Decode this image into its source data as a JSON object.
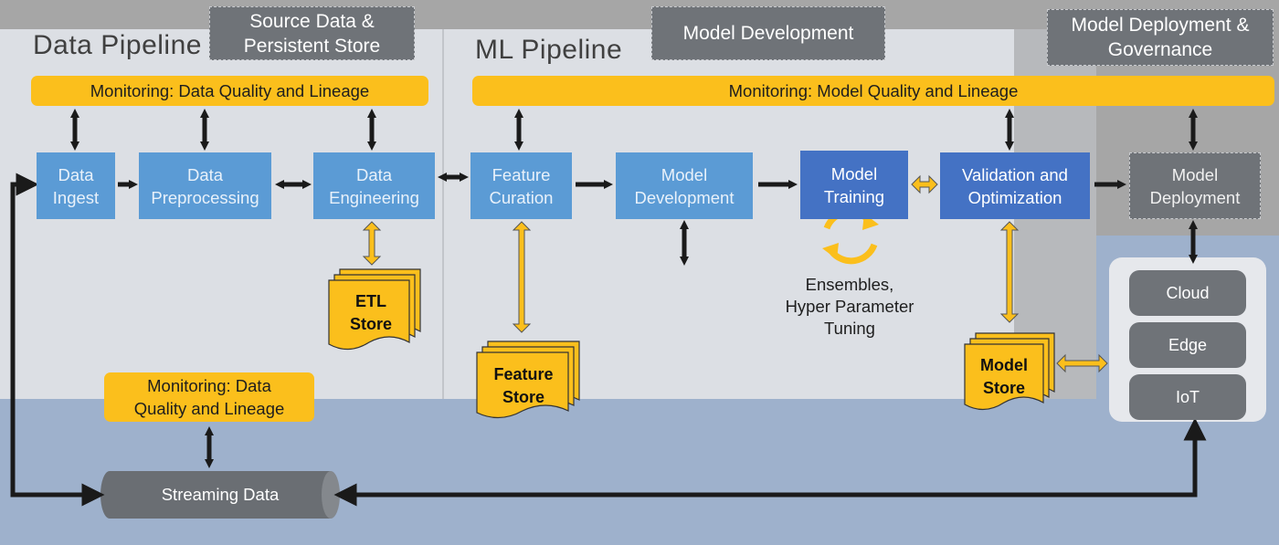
{
  "regions": {
    "data_pipeline": "Data Pipeline",
    "ml_pipeline": "ML Pipeline"
  },
  "headers": {
    "source_data": "Source Data &\nPersistent Store",
    "model_development": "Model Development",
    "deployment_governance": "Model Deployment &\nGovernance"
  },
  "monitoring": {
    "data_quality": "Monitoring: Data Quality and Lineage",
    "model_quality": "Monitoring: Model Quality and Lineage",
    "streaming": "Monitoring: Data\nQuality and Lineage"
  },
  "steps": {
    "data_ingest": "Data\nIngest",
    "data_preprocessing": "Data\nPreprocessing",
    "data_engineering": "Data\nEngineering",
    "feature_curation": "Feature\nCuration",
    "model_development": "Model\nDevelopment",
    "model_training": "Model\nTraining",
    "validation_optimization": "Validation and\nOptimization",
    "model_deployment": "Model\nDeployment"
  },
  "stores": {
    "etl": "ETL\nStore",
    "feature": "Feature\nStore",
    "model": "Model\nStore"
  },
  "training_note": "Ensembles,\nHyper Parameter\nTuning",
  "deploy_targets": [
    "Cloud",
    "Edge",
    "IoT"
  ],
  "streaming_data": "Streaming Data",
  "colors": {
    "background_gray": "#a6a6a6",
    "pipeline_panel": "#dcdfe4",
    "streaming_band": "#9eb1cc",
    "monitor_yellow": "#fbbf1c",
    "step_light_blue": "#5b9bd5",
    "step_dark_blue": "#4472c4",
    "label_gray": "#6f7378",
    "arrow_dark": "#1a1a1a"
  },
  "icons": {
    "cycle": "refresh-cycle-icon",
    "store": "document-stack-icon"
  }
}
